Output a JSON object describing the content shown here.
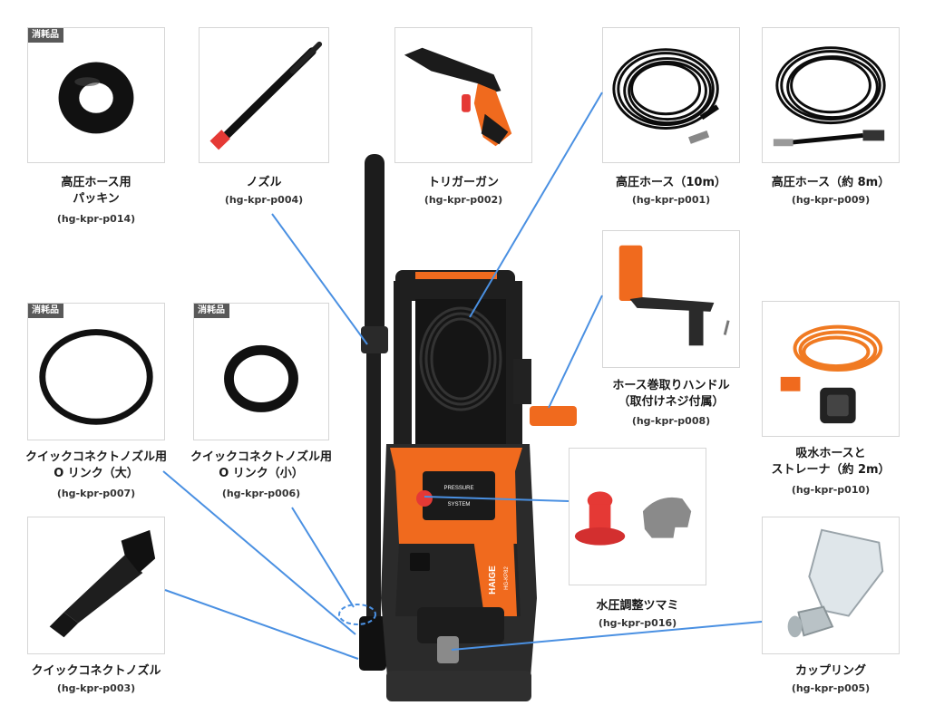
{
  "badge": "消耗品",
  "parts": {
    "packing": {
      "name1": "高圧ホース用",
      "name2": "パッキン",
      "code": "(hg-kpr-p014)"
    },
    "nozzle": {
      "name1": "ノズル",
      "code": "(hg-kpr-p004)"
    },
    "gun": {
      "name1": "トリガーガン",
      "code": "(hg-kpr-p002)"
    },
    "hose10": {
      "name1": "高圧ホース（10m）",
      "code": "(hg-kpr-p001)"
    },
    "hose8": {
      "name1": "高圧ホース（約 8m）",
      "code": "(hg-kpr-p009)"
    },
    "handle": {
      "name1": "ホース巻取りハンドル",
      "name2": "（取付けネジ付属）",
      "code": "(hg-kpr-p008)"
    },
    "oringL": {
      "name1": "クイックコネクトノズル用",
      "name2": "O リンク（大）",
      "code": "(hg-kpr-p007)"
    },
    "oringS": {
      "name1": "クイックコネクトノズル用",
      "name2": "O リンク（小）",
      "code": "(hg-kpr-p006)"
    },
    "intake": {
      "name1": "吸水ホースと",
      "name2": "ストレーナ（約 2m）",
      "code": "(hg-kpr-p010)"
    },
    "knob": {
      "name1": "水圧調整ツマミ",
      "code": "(hg-kpr-p016)"
    },
    "quick": {
      "name1": "クイックコネクトノズル",
      "code": "(hg-kpr-p003)"
    },
    "coupling": {
      "name1": "カップリング",
      "code": "(hg-kpr-p005)"
    }
  },
  "machine": {
    "brand": "HAIGE",
    "model": "HG-KP82",
    "panel_line1": "PRESSURE",
    "panel_line2": "SYSTEM"
  },
  "colors": {
    "accent": "#f06a1e",
    "callout": "#4a90e2",
    "body": "#2b2b2b"
  }
}
